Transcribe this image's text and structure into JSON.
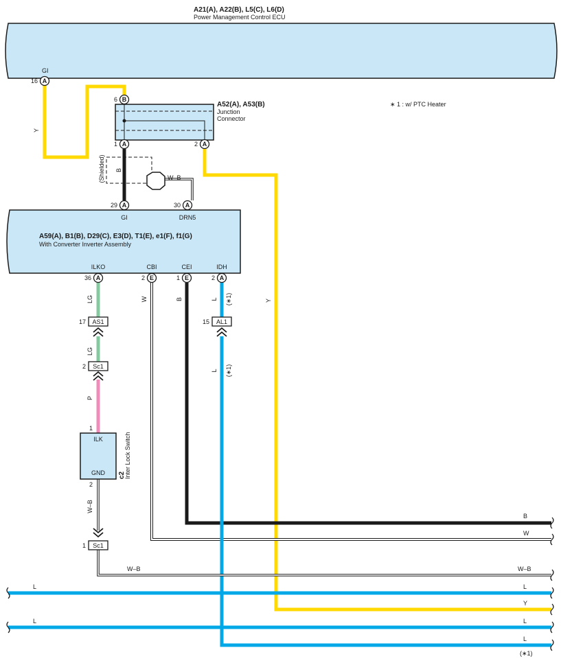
{
  "ecu": {
    "title": "A21(A), A22(B), L5(C), L6(D)",
    "subtitle": "Power Management Control ECU",
    "pin_name": "GI",
    "pin_no": "16",
    "pin_letter": "A"
  },
  "junction": {
    "title": "A52(A), A53(B)",
    "line1": "Junction",
    "line2": "Connector",
    "pins": [
      {
        "no": "6",
        "letter": "B"
      },
      {
        "no": "1",
        "letter": "A"
      },
      {
        "no": "2",
        "letter": "A"
      }
    ]
  },
  "note": "∗ 1 : w/ PTC Heater",
  "inverter": {
    "title": "A59(A), B1(B), D29(C), E3(D), T1(E), e1(F), f1(G)",
    "subtitle": "With Converter Inverter Assembly",
    "top_pins": [
      {
        "name": "GI",
        "no": "29",
        "letter": "A"
      },
      {
        "name": "DRN5",
        "no": "30",
        "letter": "A"
      }
    ],
    "bottom_pins": [
      {
        "name": "ILKO",
        "no": "36",
        "letter": "A"
      },
      {
        "name": "CBI",
        "no": "2",
        "letter": "E"
      },
      {
        "name": "CEI",
        "no": "1",
        "letter": "E"
      },
      {
        "name": "IDH",
        "no": "2",
        "letter": "A"
      }
    ]
  },
  "shield": {
    "label": "(Shielded)",
    "wire_color": "B",
    "drain_color": "W–B"
  },
  "connectors": {
    "as1": {
      "no": "17",
      "name": "AS1"
    },
    "sc1_top": {
      "no": "2",
      "name": "Sc1"
    },
    "al1": {
      "no": "15",
      "name": "AL1"
    },
    "sc1_bot": {
      "no": "1",
      "name": "Sc1"
    }
  },
  "switch": {
    "code": "c2",
    "name": "Inter Lock Switch",
    "pin_top_no": "1",
    "pin_top_name": "ILK",
    "pin_bot_name": "GND",
    "pin_bot_no": "2"
  },
  "wire_labels": {
    "y_left": "Y",
    "y_right": "Y",
    "lg1": "LG",
    "lg2": "LG",
    "p": "P",
    "w_cbi": "W",
    "b_cei": "B",
    "l_idh": "L",
    "l_idh_note": "(∗1)",
    "l_al1": "L",
    "l_al1_note": "(∗1)",
    "wb_switch": "W–B"
  },
  "bus_labels": {
    "b": "B",
    "w": "W",
    "wb_left": "W–B",
    "wb_right": "W–B",
    "l1_left": "L",
    "l1_right": "L",
    "y": "Y",
    "l2_left": "L",
    "l2_right": "L",
    "l3_right": "L",
    "l3_note": "(∗1)"
  },
  "colors": {
    "yellow": "#ffd900",
    "black": "#1a1a1a",
    "green": "#86c9a0",
    "pink": "#f08cba",
    "blue": "#00a8e8",
    "panel": "#c9e7f7"
  }
}
